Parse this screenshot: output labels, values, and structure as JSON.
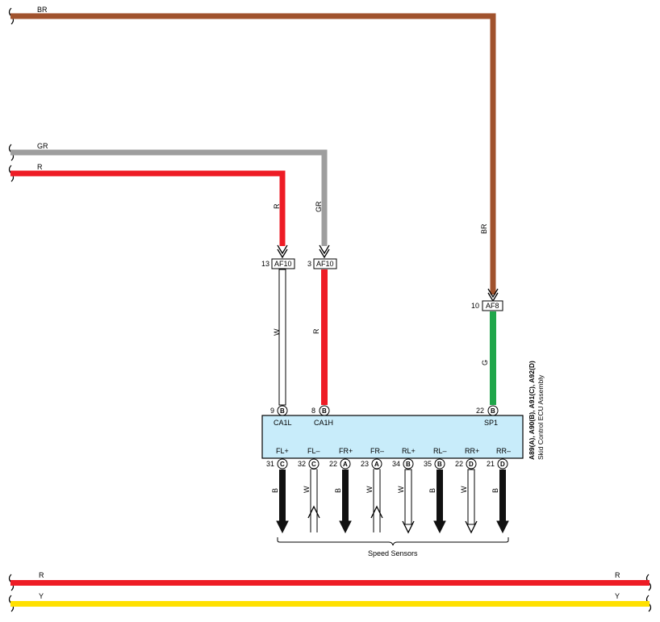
{
  "colors": {
    "BR": "#a0522d",
    "GR": "#9e9e9e",
    "R": "#ee1c25",
    "Y": "#ffe000",
    "G": "#1fa64a",
    "W": "#ffffff",
    "B": "#111111",
    "ecu_fill": "#c8ecfa"
  },
  "wires": {
    "br_top": "BR",
    "gr_top": "GR",
    "r_top": "R",
    "r_vertical": "R",
    "gr_vertical": "GR",
    "br_vertical": "BR",
    "w_ca1l": "W",
    "r_ca1h": "R",
    "g_sp1": "G",
    "r_bottom_left": "R",
    "r_bottom_right": "R",
    "y_bottom_left": "Y",
    "y_bottom_right": "Y"
  },
  "connectors": [
    {
      "id": "af10-13",
      "pin": "13",
      "name": "AF10"
    },
    {
      "id": "af10-3",
      "pin": "3",
      "name": "AF10"
    },
    {
      "id": "af8-10",
      "pin": "10",
      "name": "AF8"
    }
  ],
  "ecu": {
    "title_line1": "A89(A), A90(B), A91(C), A92(D)",
    "title_line2": "Skid Control ECU Assembly",
    "top_pins": [
      {
        "pin": "9",
        "conn": "B",
        "signal": "CA1L"
      },
      {
        "pin": "8",
        "conn": "B",
        "signal": "CA1H"
      },
      {
        "pin": "22",
        "conn": "B",
        "signal": "SP1"
      }
    ],
    "bottom_pins": [
      {
        "pin": "31",
        "conn": "C",
        "signal": "FL+",
        "wire": "B",
        "dir": "down"
      },
      {
        "pin": "32",
        "conn": "C",
        "signal": "FL–",
        "wire": "W",
        "dir": "up"
      },
      {
        "pin": "22",
        "conn": "A",
        "signal": "FR+",
        "wire": "B",
        "dir": "down"
      },
      {
        "pin": "23",
        "conn": "A",
        "signal": "FR–",
        "wire": "W",
        "dir": "up"
      },
      {
        "pin": "34",
        "conn": "B",
        "signal": "RL+",
        "wire": "W",
        "dir": "down"
      },
      {
        "pin": "35",
        "conn": "B",
        "signal": "RL–",
        "wire": "B",
        "dir": "down"
      },
      {
        "pin": "22",
        "conn": "D",
        "signal": "RR+",
        "wire": "W",
        "dir": "down"
      },
      {
        "pin": "21",
        "conn": "D",
        "signal": "RR–",
        "wire": "B",
        "dir": "down"
      }
    ]
  },
  "speed_sensors_label": "Speed Sensors"
}
